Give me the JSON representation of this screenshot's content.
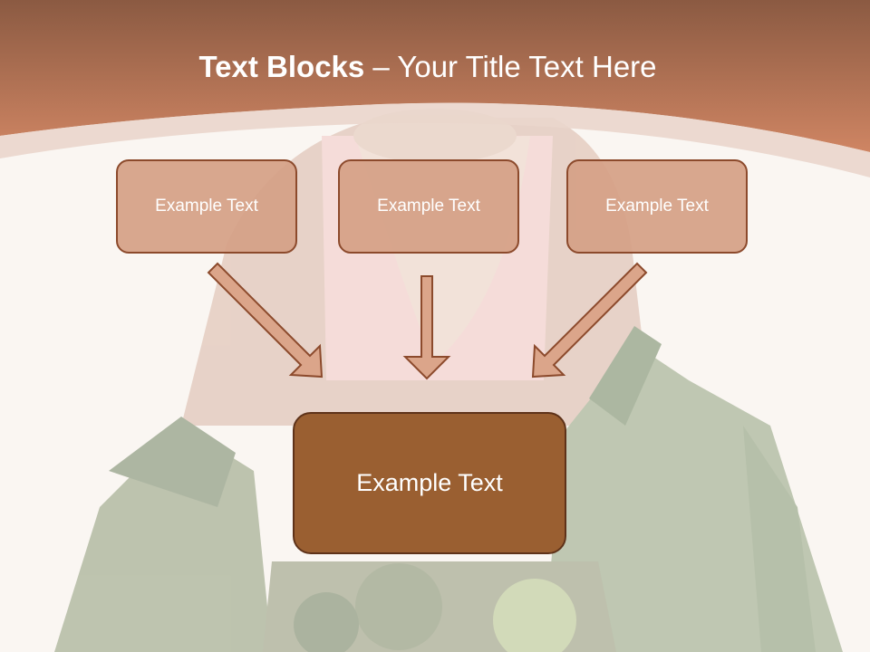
{
  "slide": {
    "title_bold": "Text Blocks",
    "title_rest": " – Your Title Text Here",
    "boxes": [
      {
        "label": "Example Text"
      },
      {
        "label": "Example Text"
      },
      {
        "label": "Example Text"
      }
    ],
    "center_box": {
      "label": "Example Text"
    }
  },
  "colors": {
    "header": "#b8704e",
    "box_fill": "#d5a085",
    "box_border": "#8c4a2c",
    "center_fill": "#9a5f31",
    "arrow_fill": "#dba58a"
  }
}
